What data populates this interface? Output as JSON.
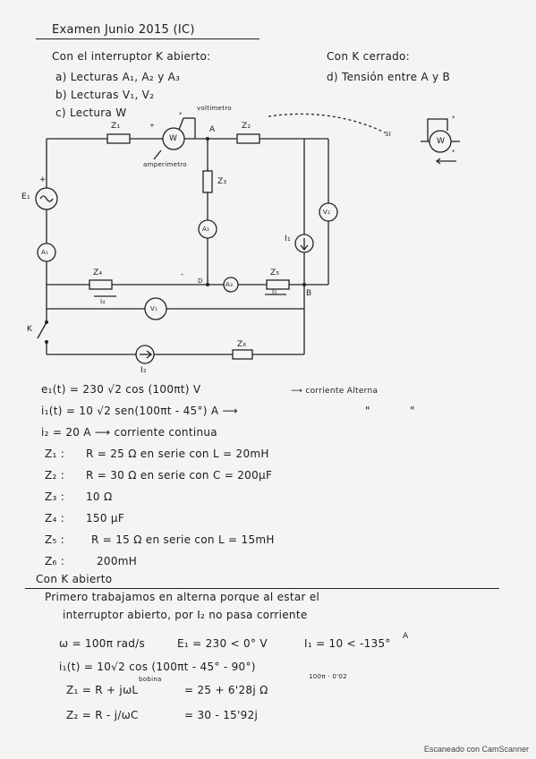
{
  "header": {
    "title": "Examen Junio 2015 (IC)",
    "k_open": "Con el interruptor K abierto:",
    "k_closed": "Con K cerrado:",
    "q_a": "a) Lecturas A₁, A₂ y A₃",
    "q_b": "b) Lecturas V₁, V₂",
    "q_c": "c) Lectura W",
    "q_d": "d) Tensión entre A y B"
  },
  "circuit": {
    "z1": "Z₁",
    "z2": "Z₂",
    "z3": "Z₃",
    "z4": "Z₄",
    "z5": "Z₅",
    "z6": "Z₆",
    "e1": "E₁",
    "i1": "I₁",
    "i2": "I₂",
    "a1": "A₁",
    "a2": "A₂",
    "a3": "A₃",
    "v1": "V₁",
    "v2": "V₂",
    "w": "W",
    "node_a": "A",
    "node_b": "B",
    "node_d": "D",
    "switch_k": "K",
    "voltmetro": "voltímetro",
    "amperimetro": "amperímetro",
    "si": "SI",
    "i4": "I₄",
    "i5": "I₅",
    "plus": "+",
    "minus": "-",
    "star": "*"
  },
  "data_lines": {
    "e1": "e₁(t) = 230 √2  cos (100πt) V",
    "e1_note": "⟶ corriente Alterna",
    "i1": "i₁(t) = 10 √2  sen(100πt - 45°) A ⟶",
    "ditto1": "\"",
    "ditto2": "\"",
    "i2": "i₂ = 20 A  ⟶ corriente continua",
    "z1_label": "Z₁ :",
    "z1_val": "R = 25 Ω   en serie con   L = 20mH",
    "z2_label": "Z₂ :",
    "z2_val": "R = 30 Ω   en serie con  C = 200μF",
    "z3_label": "Z₃ :",
    "z3_val": "10 Ω",
    "z4_label": "Z₄ :",
    "z4_val": "150 μF",
    "z5_label": "Z₅ :",
    "z5_val": "R = 15 Ω en serie con L = 15mH",
    "z6_label": "Z₆ :",
    "z6_val": "200mH"
  },
  "solution": {
    "heading": "Con K abierto",
    "para1": "Primero trabajamos en alterna porque al estar el",
    "para2": "interruptor abierto, por I₂ no pasa corriente",
    "omega": "ω = 100π rad/s",
    "e1_phasor": "E₁ =  230 < 0°  V",
    "i1_phasor": "I₁ = 10 < -135°",
    "i1_unit": "A",
    "i1_cos": "i₁(t) = 10√2 cos (100πt - 45° - 90°)",
    "z1_eq": "Z₁ = R + jωL",
    "z1_res": "=   25 + 6'28j  Ω",
    "bobina": "bobina",
    "calc_note": "100π · 0'02",
    "z2_eq": "Z₂ =  R - j/ωC",
    "z2_res": "=  30 - 15'92j"
  },
  "footer": "Escaneado con CamScanner"
}
